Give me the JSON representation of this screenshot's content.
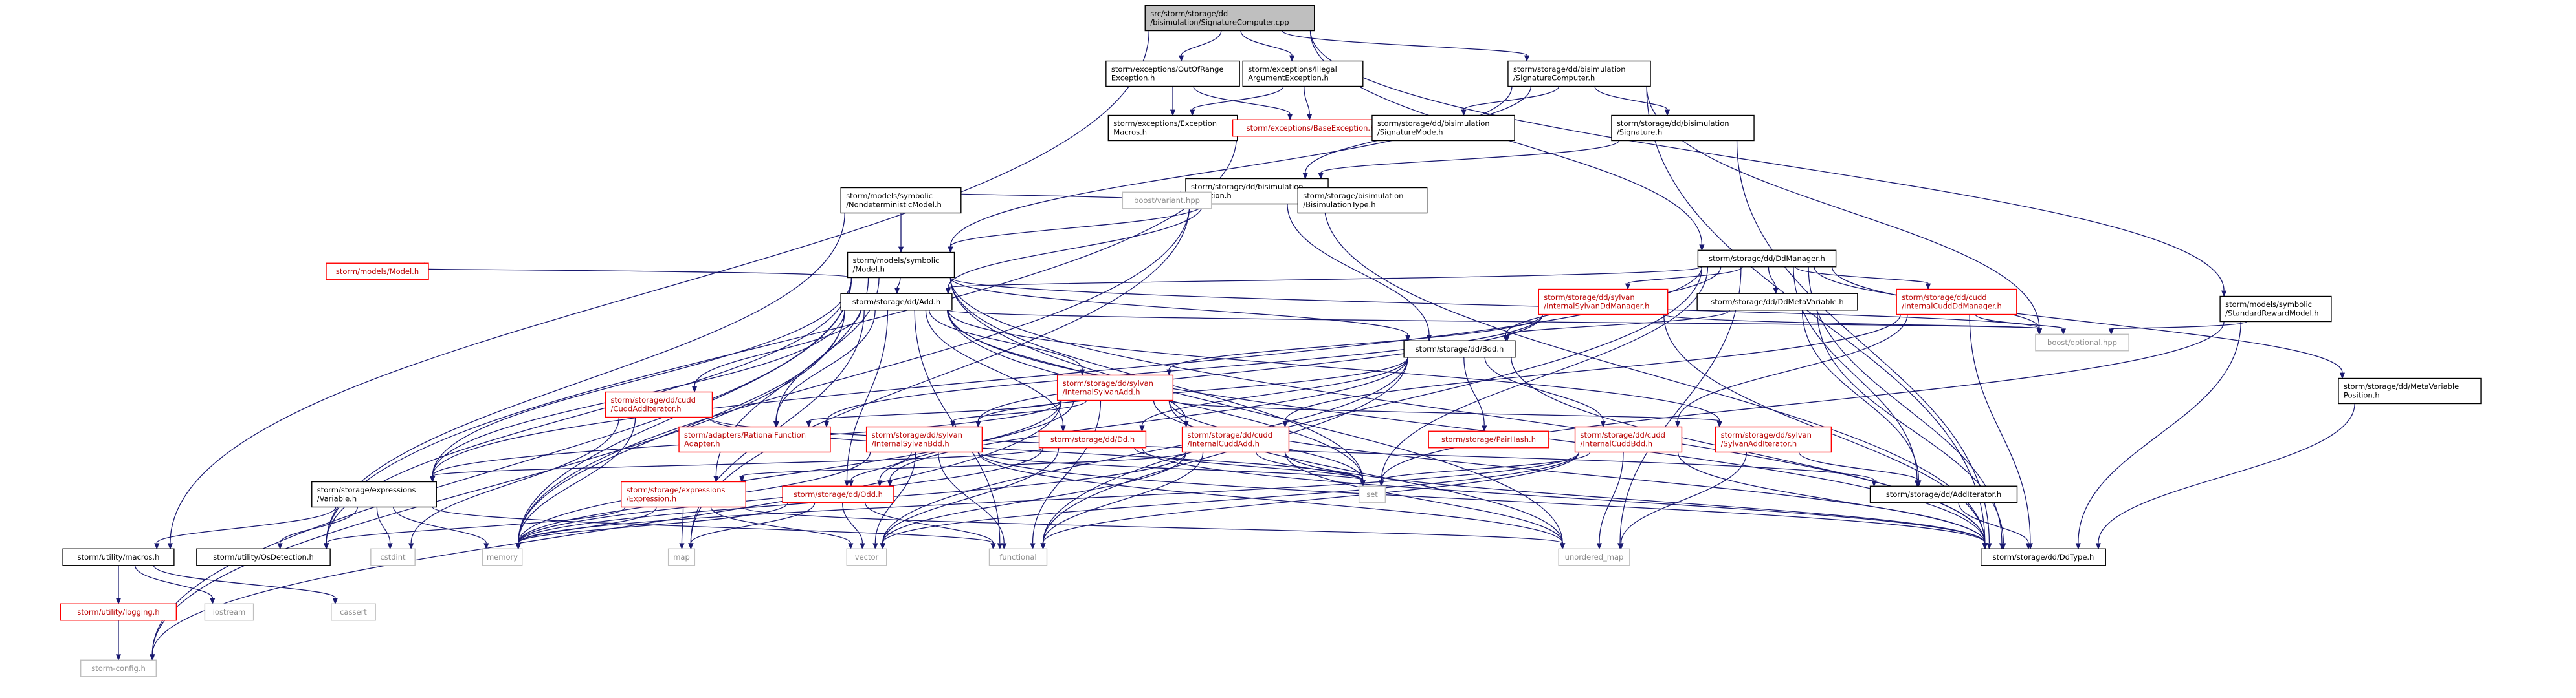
{
  "graph": {
    "nodes": [
      {
        "id": "root",
        "label": [
          "src/storm/storage/dd",
          "/bisimulation/SignatureComputer.cpp"
        ],
        "kind": "root"
      },
      {
        "id": "oor",
        "label": [
          "storm/exceptions/OutOfRange",
          "Exception.h"
        ],
        "kind": "normal"
      },
      {
        "id": "iae",
        "label": [
          "storm/exceptions/Illegal",
          "ArgumentException.h"
        ],
        "kind": "normal"
      },
      {
        "id": "sigcomp",
        "label": [
          "storm/storage/dd/bisimulation",
          "/SignatureComputer.h"
        ],
        "kind": "normal"
      },
      {
        "id": "excmac",
        "label": [
          "storm/exceptions/Exception",
          "Macros.h"
        ],
        "kind": "normal"
      },
      {
        "id": "baseexc",
        "label": [
          "storm/exceptions/BaseException.h"
        ],
        "kind": "red"
      },
      {
        "id": "sigmode",
        "label": [
          "storm/storage/dd/bisimulation",
          "/SignatureMode.h"
        ],
        "kind": "normal"
      },
      {
        "id": "sig",
        "label": [
          "storm/storage/dd/bisimulation",
          "/Signature.h"
        ],
        "kind": "normal"
      },
      {
        "id": "partition",
        "label": [
          "storm/storage/dd/bisimulation",
          "/Partition.h"
        ],
        "kind": "normal"
      },
      {
        "id": "nondet",
        "label": [
          "storm/models/symbolic",
          "/NondeterministicModel.h"
        ],
        "kind": "normal"
      },
      {
        "id": "variant",
        "label": [
          "boost/variant.hpp"
        ],
        "kind": "gray"
      },
      {
        "id": "bisimtype",
        "label": [
          "storm/storage/bisimulation",
          "/BisimulationType.h"
        ],
        "kind": "normal"
      },
      {
        "id": "model",
        "label": [
          "storm/models/symbolic",
          "/Model.h"
        ],
        "kind": "normal"
      },
      {
        "id": "ddmanager",
        "label": [
          "storm/storage/dd/DdManager.h"
        ],
        "kind": "normal"
      },
      {
        "id": "modelsmodel",
        "label": [
          "storm/models/Model.h"
        ],
        "kind": "red"
      },
      {
        "id": "add",
        "label": [
          "storm/storage/dd/Add.h"
        ],
        "kind": "normal"
      },
      {
        "id": "sylvanddman",
        "label": [
          "storm/storage/dd/sylvan",
          "/InternalSylvanDdManager.h"
        ],
        "kind": "red"
      },
      {
        "id": "ddmetavar",
        "label": [
          "storm/storage/dd/DdMetaVariable.h"
        ],
        "kind": "normal"
      },
      {
        "id": "cuddddman",
        "label": [
          "storm/storage/dd/cudd",
          "/InternalCuddDdManager.h"
        ],
        "kind": "red"
      },
      {
        "id": "stdreward",
        "label": [
          "storm/models/symbolic",
          "/StandardRewardModel.h"
        ],
        "kind": "normal"
      },
      {
        "id": "optional",
        "label": [
          "boost/optional.hpp"
        ],
        "kind": "gray"
      },
      {
        "id": "bdd",
        "label": [
          "storm/storage/dd/Bdd.h"
        ],
        "kind": "normal"
      },
      {
        "id": "metavarpos",
        "label": [
          "storm/storage/dd/MetaVariable",
          "Position.h"
        ],
        "kind": "normal"
      },
      {
        "id": "sylvanadd",
        "label": [
          "storm/storage/dd/sylvan",
          "/InternalSylvanAdd.h"
        ],
        "kind": "red"
      },
      {
        "id": "cuddadditer",
        "label": [
          "storm/storage/dd/cudd",
          "/CuddAddIterator.h"
        ],
        "kind": "red"
      },
      {
        "id": "ratfunc",
        "label": [
          "storm/adapters/RationalFunction",
          "Adapter.h"
        ],
        "kind": "red"
      },
      {
        "id": "sylvanbdd",
        "label": [
          "storm/storage/dd/sylvan",
          "/InternalSylvanBdd.h"
        ],
        "kind": "red"
      },
      {
        "id": "dd",
        "label": [
          "storm/storage/dd/Dd.h"
        ],
        "kind": "red"
      },
      {
        "id": "cuddadd",
        "label": [
          "storm/storage/dd/cudd",
          "/InternalCuddAdd.h"
        ],
        "kind": "red"
      },
      {
        "id": "pairhash",
        "label": [
          "storm/storage/PairHash.h"
        ],
        "kind": "red"
      },
      {
        "id": "cuddbdd",
        "label": [
          "storm/storage/dd/cudd",
          "/InternalCuddBdd.h"
        ],
        "kind": "red"
      },
      {
        "id": "sylvanadditer",
        "label": [
          "storm/storage/dd/sylvan",
          "/SylvanAddIterator.h"
        ],
        "kind": "red"
      },
      {
        "id": "exprvar",
        "label": [
          "storm/storage/expressions",
          "/Variable.h"
        ],
        "kind": "normal"
      },
      {
        "id": "expr",
        "label": [
          "storm/storage/expressions",
          "/Expression.h"
        ],
        "kind": "red"
      },
      {
        "id": "odd",
        "label": [
          "storm/storage/dd/Odd.h"
        ],
        "kind": "red"
      },
      {
        "id": "set",
        "label": [
          "set"
        ],
        "kind": "gray"
      },
      {
        "id": "additer",
        "label": [
          "storm/storage/dd/AddIterator.h"
        ],
        "kind": "normal"
      },
      {
        "id": "macros",
        "label": [
          "storm/utility/macros.h"
        ],
        "kind": "normal"
      },
      {
        "id": "osdet",
        "label": [
          "storm/utility/OsDetection.h"
        ],
        "kind": "normal"
      },
      {
        "id": "cstdint",
        "label": [
          "cstdint"
        ],
        "kind": "gray"
      },
      {
        "id": "memory",
        "label": [
          "memory"
        ],
        "kind": "gray"
      },
      {
        "id": "map",
        "label": [
          "map"
        ],
        "kind": "gray"
      },
      {
        "id": "vector",
        "label": [
          "vector"
        ],
        "kind": "gray"
      },
      {
        "id": "functional",
        "label": [
          "functional"
        ],
        "kind": "gray"
      },
      {
        "id": "unordered",
        "label": [
          "unordered_map"
        ],
        "kind": "gray"
      },
      {
        "id": "ddtype",
        "label": [
          "storm/storage/dd/DdType.h"
        ],
        "kind": "normal"
      },
      {
        "id": "logging",
        "label": [
          "storm/utility/logging.h"
        ],
        "kind": "red"
      },
      {
        "id": "iostream",
        "label": [
          "iostream"
        ],
        "kind": "gray"
      },
      {
        "id": "cassert",
        "label": [
          "cassert"
        ],
        "kind": "gray"
      },
      {
        "id": "config",
        "label": [
          "storm-config.h"
        ],
        "kind": "gray"
      }
    ],
    "edges": [
      [
        "root",
        "oor"
      ],
      [
        "root",
        "iae"
      ],
      [
        "root",
        "sigcomp"
      ],
      [
        "root",
        "macros"
      ],
      [
        "root",
        "ddmanager"
      ],
      [
        "root",
        "stdreward"
      ],
      [
        "oor",
        "excmac"
      ],
      [
        "oor",
        "baseexc"
      ],
      [
        "iae",
        "baseexc"
      ],
      [
        "iae",
        "excmac"
      ],
      [
        "sigcomp",
        "sigmode"
      ],
      [
        "sigcomp",
        "sig"
      ],
      [
        "sigcomp",
        "partition"
      ],
      [
        "sigcomp",
        "model"
      ],
      [
        "sigcomp",
        "optional"
      ],
      [
        "sigcomp",
        "ddtype"
      ],
      [
        "baseexc",
        "osdet"
      ],
      [
        "sig",
        "partition"
      ],
      [
        "sig",
        "ddtype"
      ],
      [
        "partition",
        "nondet"
      ],
      [
        "partition",
        "variant"
      ],
      [
        "partition",
        "bisimtype"
      ],
      [
        "partition",
        "model"
      ],
      [
        "partition",
        "add"
      ],
      [
        "partition",
        "bdd"
      ],
      [
        "partition",
        "memory"
      ],
      [
        "partition",
        "map"
      ],
      [
        "partition",
        "ddtype"
      ],
      [
        "nondet",
        "model"
      ],
      [
        "nondet",
        "osdet"
      ],
      [
        "model",
        "modelsmodel"
      ],
      [
        "model",
        "add"
      ],
      [
        "model",
        "bdd"
      ],
      [
        "model",
        "ddtype"
      ],
      [
        "model",
        "exprvar"
      ],
      [
        "model",
        "expr"
      ],
      [
        "model",
        "ratfunc"
      ],
      [
        "model",
        "set"
      ],
      [
        "model",
        "memory"
      ],
      [
        "model",
        "unordered"
      ],
      [
        "model",
        "osdet"
      ],
      [
        "model",
        "optional"
      ],
      [
        "model",
        "config"
      ],
      [
        "ddmanager",
        "add"
      ],
      [
        "ddmanager",
        "bdd"
      ],
      [
        "ddmanager",
        "sylvanddman"
      ],
      [
        "ddmanager",
        "ddmetavar"
      ],
      [
        "ddmanager",
        "cuddddman"
      ],
      [
        "ddmanager",
        "metavarpos"
      ],
      [
        "ddmanager",
        "optional"
      ],
      [
        "ddmanager",
        "set"
      ],
      [
        "ddmanager",
        "unordered"
      ],
      [
        "ddmanager",
        "functional"
      ],
      [
        "ddmanager",
        "ddtype"
      ],
      [
        "ddmanager",
        "exprvar"
      ],
      [
        "ddmanager",
        "additer"
      ],
      [
        "add",
        "sylvanadd"
      ],
      [
        "add",
        "cuddadditer"
      ],
      [
        "add",
        "ratfunc"
      ],
      [
        "add",
        "dd"
      ],
      [
        "add",
        "odd"
      ],
      [
        "add",
        "sylvanadditer"
      ],
      [
        "add",
        "cuddadd"
      ],
      [
        "add",
        "exprvar"
      ],
      [
        "add",
        "ddtype"
      ],
      [
        "add",
        "memory"
      ],
      [
        "add",
        "map"
      ],
      [
        "add",
        "functional"
      ],
      [
        "add",
        "optional"
      ],
      [
        "add",
        "config"
      ],
      [
        "add",
        "set"
      ],
      [
        "sylvanddman",
        "sylvanadd"
      ],
      [
        "sylvanddman",
        "sylvanbdd"
      ],
      [
        "sylvanddman",
        "ddtype"
      ],
      [
        "sylvanddman",
        "optional"
      ],
      [
        "sylvanddman",
        "ratfunc"
      ],
      [
        "ddmetavar",
        "bdd"
      ],
      [
        "ddmetavar",
        "ddtype"
      ],
      [
        "ddmetavar",
        "additer"
      ],
      [
        "cuddddman",
        "cuddbdd"
      ],
      [
        "cuddddman",
        "cuddadd"
      ],
      [
        "cuddddman",
        "ddtype"
      ],
      [
        "cuddddman",
        "optional"
      ],
      [
        "stdreward",
        "optional"
      ],
      [
        "stdreward",
        "ddtype"
      ],
      [
        "stdreward",
        "set"
      ],
      [
        "bdd",
        "dd"
      ],
      [
        "bdd",
        "pairhash"
      ],
      [
        "bdd",
        "cuddbdd"
      ],
      [
        "bdd",
        "sylvanbdd"
      ],
      [
        "bdd",
        "ddtype"
      ],
      [
        "bdd",
        "functional"
      ],
      [
        "bdd",
        "vector"
      ],
      [
        "bdd",
        "odd"
      ],
      [
        "metavarpos",
        "ddtype"
      ],
      [
        "sylvanadd",
        "sylvanbdd"
      ],
      [
        "sylvanadd",
        "ratfunc"
      ],
      [
        "sylvanadd",
        "odd"
      ],
      [
        "sylvanadd",
        "sylvanadditer"
      ],
      [
        "sylvanadd",
        "ddtype"
      ],
      [
        "sylvanadd",
        "set"
      ],
      [
        "sylvanadd",
        "unordered"
      ],
      [
        "sylvanadd",
        "functional"
      ],
      [
        "sylvanadd",
        "exprvar"
      ],
      [
        "sylvanadd",
        "config"
      ],
      [
        "sylvanadd",
        "memory"
      ],
      [
        "cuddadditer",
        "additer"
      ],
      [
        "cuddadditer",
        "memory"
      ],
      [
        "cuddadditer",
        "cstdint"
      ],
      [
        "cuddadditer",
        "set"
      ],
      [
        "sylvanbdd",
        "memory"
      ],
      [
        "sylvanbdd",
        "vector"
      ],
      [
        "sylvanbdd",
        "functional"
      ],
      [
        "sylvanbdd",
        "set"
      ],
      [
        "sylvanbdd",
        "unordered"
      ],
      [
        "sylvanbdd",
        "ddtype"
      ],
      [
        "sylvanbdd",
        "odd"
      ],
      [
        "dd",
        "memory"
      ],
      [
        "dd",
        "set"
      ],
      [
        "dd",
        "ddtype"
      ],
      [
        "dd",
        "vector"
      ],
      [
        "dd",
        "exprvar"
      ],
      [
        "cuddadd",
        "set"
      ],
      [
        "cuddadd",
        "unordered"
      ],
      [
        "cuddadd",
        "functional"
      ],
      [
        "cuddadd",
        "ddtype"
      ],
      [
        "cuddadd",
        "memory"
      ],
      [
        "cuddadd",
        "vector"
      ],
      [
        "cuddadd",
        "expr"
      ],
      [
        "cuddbdd",
        "set"
      ],
      [
        "cuddbdd",
        "unordered"
      ],
      [
        "cuddbdd",
        "functional"
      ],
      [
        "cuddbdd",
        "vector"
      ],
      [
        "cuddbdd",
        "memory"
      ],
      [
        "cuddbdd",
        "ddtype"
      ],
      [
        "sylvanadditer",
        "additer"
      ],
      [
        "sylvanadditer",
        "unordered"
      ],
      [
        "exprvar",
        "cstdint"
      ],
      [
        "exprvar",
        "memory"
      ],
      [
        "exprvar",
        "macros"
      ],
      [
        "exprvar",
        "osdet"
      ],
      [
        "exprvar",
        "functional"
      ],
      [
        "expr",
        "memory"
      ],
      [
        "expr",
        "map"
      ],
      [
        "expr",
        "unordered"
      ],
      [
        "expr",
        "vector"
      ],
      [
        "expr",
        "osdet"
      ],
      [
        "odd",
        "vector"
      ],
      [
        "odd",
        "memory"
      ],
      [
        "odd",
        "map"
      ],
      [
        "odd",
        "functional"
      ],
      [
        "additer",
        "ddtype"
      ],
      [
        "macros",
        "logging"
      ],
      [
        "macros",
        "iostream"
      ],
      [
        "macros",
        "cassert"
      ],
      [
        "logging",
        "config"
      ]
    ]
  }
}
